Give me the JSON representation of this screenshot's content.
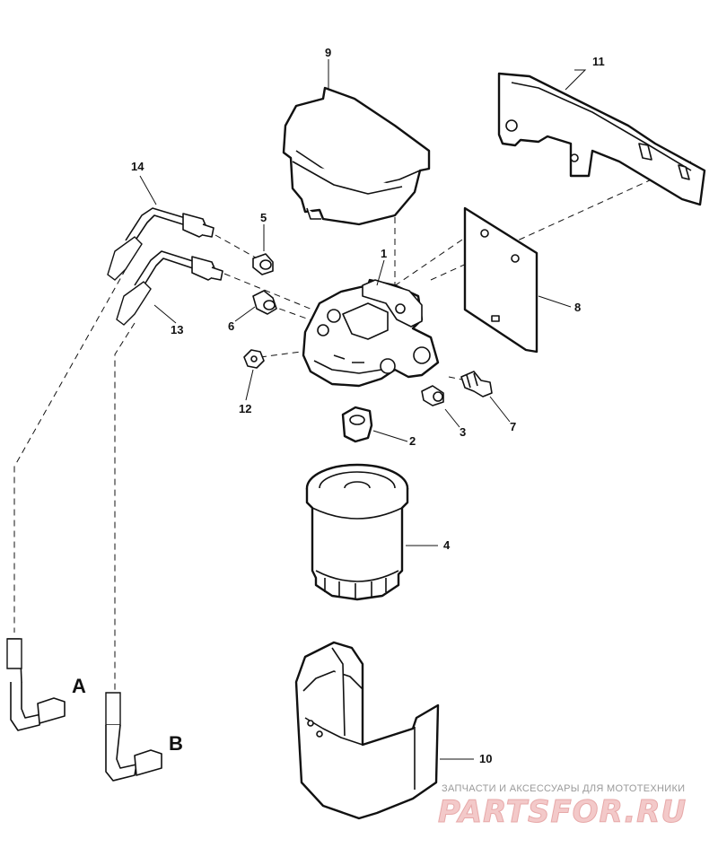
{
  "diagram": {
    "callouts": {
      "c1": "1",
      "c2": "2",
      "c3": "3",
      "c4": "4",
      "c5": "5",
      "c6": "6",
      "c7": "7",
      "c8": "8",
      "c9": "9",
      "c10": "10",
      "c11": "11",
      "c12": "12",
      "c13": "13",
      "c14": "14"
    },
    "connections": {
      "a": "A",
      "b": "B"
    }
  },
  "watermark": {
    "tagline": "ЗАПЧАСТИ И АКСЕССУАРЫ ДЛЯ МОТОТЕХНИКИ",
    "logo": "PARTSFOR.RU"
  }
}
